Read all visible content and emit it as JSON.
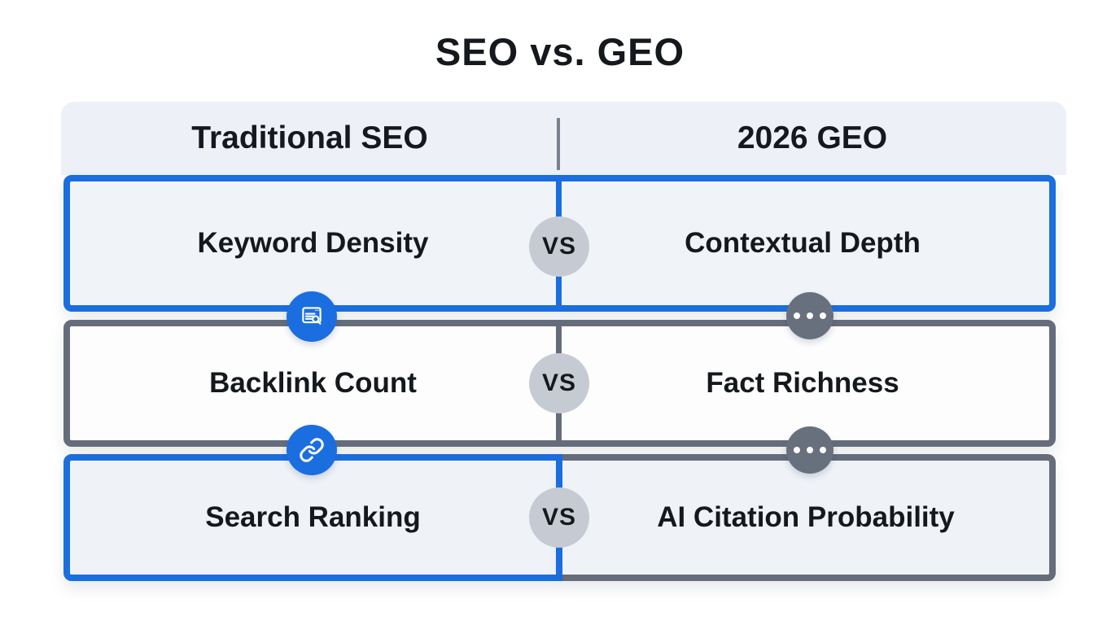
{
  "title": "SEO vs. GEO",
  "columns": [
    {
      "label": "Traditional SEO"
    },
    {
      "label": "2026 GEO"
    }
  ],
  "rows": [
    {
      "left": "Keyword Density",
      "vs": "VS",
      "right": "Contextual Depth"
    },
    {
      "left": "Backlink Count",
      "vs": "VS",
      "right": "Fact Richness"
    },
    {
      "left": "Search Ranking",
      "vs": "VS",
      "right": "AI Citation Probability"
    }
  ],
  "icons": [
    {
      "name": "page-search-icon"
    },
    {
      "name": "ellipsis-icon"
    },
    {
      "name": "link-icon"
    },
    {
      "name": "ellipsis-icon"
    }
  ],
  "colors": {
    "accent_blue": "#1b6ee0",
    "neutral_gray": "#656d7b",
    "vs_badge_bg": "#c6cbd3",
    "header_bg": "#edf1f7",
    "row_light_bg": "#f0f4f9",
    "row_white_bg": "#fdfdfe"
  }
}
